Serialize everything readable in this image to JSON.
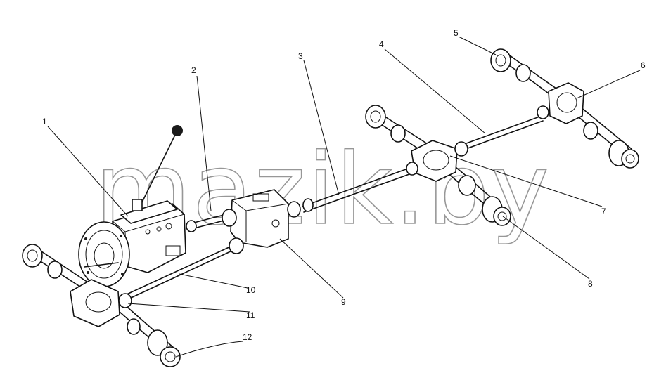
{
  "watermark": "mazik.by",
  "callouts": [
    {
      "label": "1"
    },
    {
      "label": "2"
    },
    {
      "label": "3"
    },
    {
      "label": "4"
    },
    {
      "label": "5"
    },
    {
      "label": "6"
    },
    {
      "label": "7"
    },
    {
      "label": "8"
    },
    {
      "label": "9"
    },
    {
      "label": "10"
    },
    {
      "label": "11"
    },
    {
      "label": "12"
    }
  ]
}
